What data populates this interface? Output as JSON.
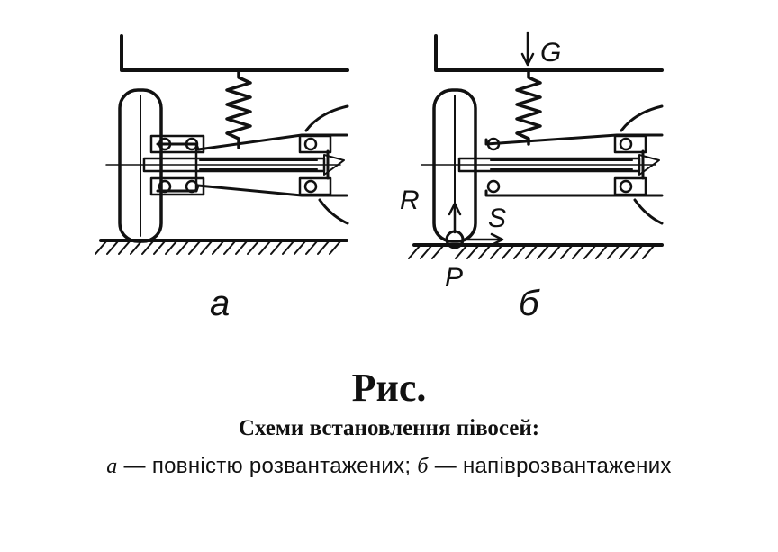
{
  "diagram": {
    "panel_a": {
      "label": "а"
    },
    "panel_b": {
      "label": "б",
      "force_labels": {
        "G": "G",
        "R": "R",
        "S": "S",
        "P": "P"
      }
    }
  },
  "caption": {
    "title": "Рис.",
    "subtitle": "Схеми встановлення півосей:",
    "legend": {
      "a_key": "а",
      "a_text": " — повністю розвантажених; ",
      "b_key": "б",
      "b_text": " — напівроз­вантажених"
    }
  }
}
